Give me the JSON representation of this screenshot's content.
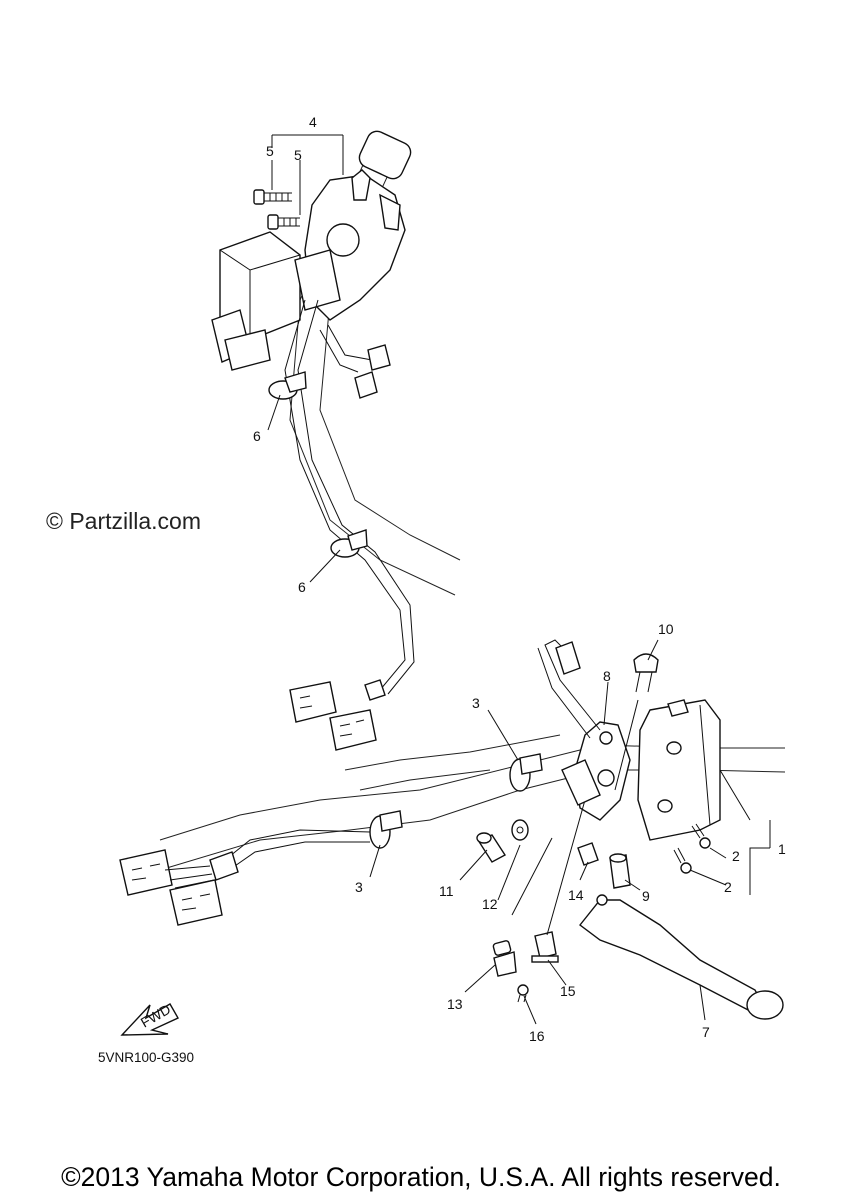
{
  "watermark": "© Partzilla.com",
  "diagram_code": "5VNR100-G390",
  "copyright": "©2013 Yamaha Motor Corporation, U.S.A. All rights reserved.",
  "fwd_label": "FWD",
  "callouts": {
    "c1": "1",
    "c2a": "2",
    "c2b": "2",
    "c3a": "3",
    "c3b": "3",
    "c4": "4",
    "c5a": "5",
    "c5b": "5",
    "c6a": "6",
    "c6b": "6",
    "c7": "7",
    "c8": "8",
    "c9": "9",
    "c10": "10",
    "c11": "11",
    "c12": "12",
    "c13": "13",
    "c14": "14",
    "c15": "15",
    "c16": "16"
  }
}
